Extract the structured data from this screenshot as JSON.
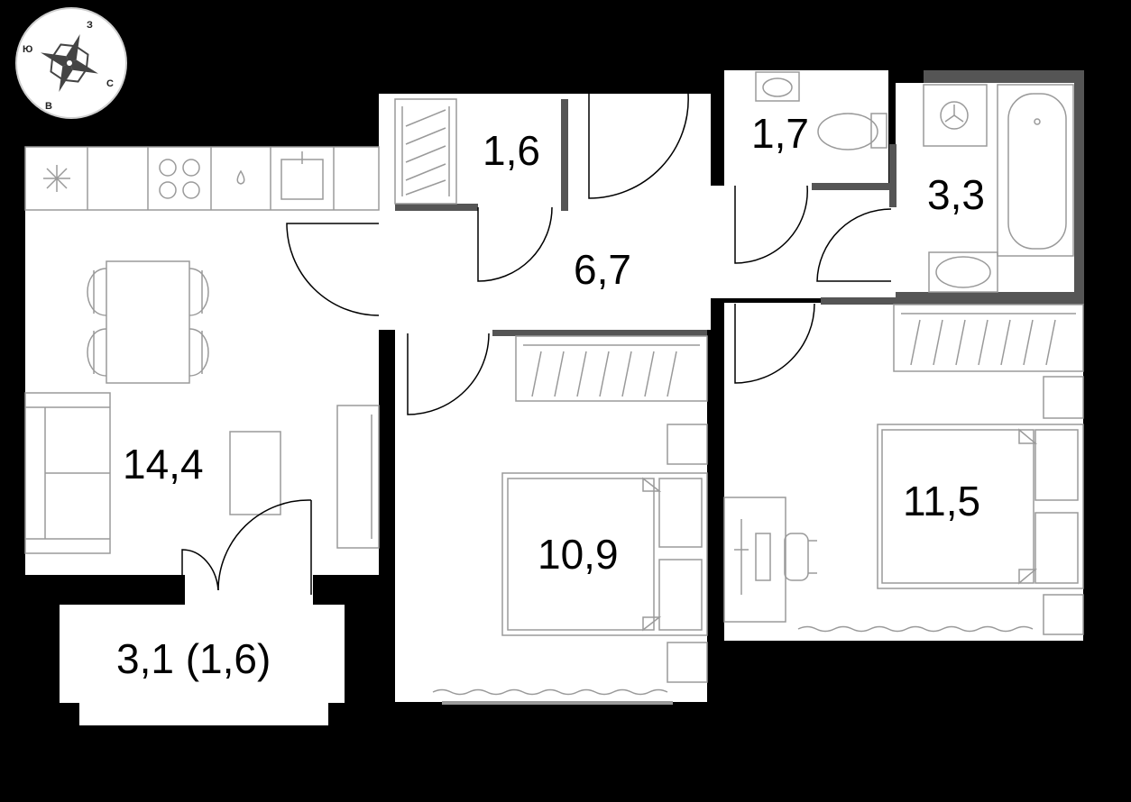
{
  "compass": {
    "letters": [
      "З",
      "Ю",
      "С",
      "В"
    ]
  },
  "rooms": {
    "living": "14,4",
    "closet": "1,6",
    "hall": "6,7",
    "wc": "1,7",
    "bath": "3,3",
    "bedroom1": "10,9",
    "bedroom2": "11,5",
    "balcony": "3,1 (1,6)"
  },
  "colors": {
    "background": "#000000",
    "floor": "#ffffff",
    "partition": "#555555",
    "furniture": "#9a9a9a"
  }
}
